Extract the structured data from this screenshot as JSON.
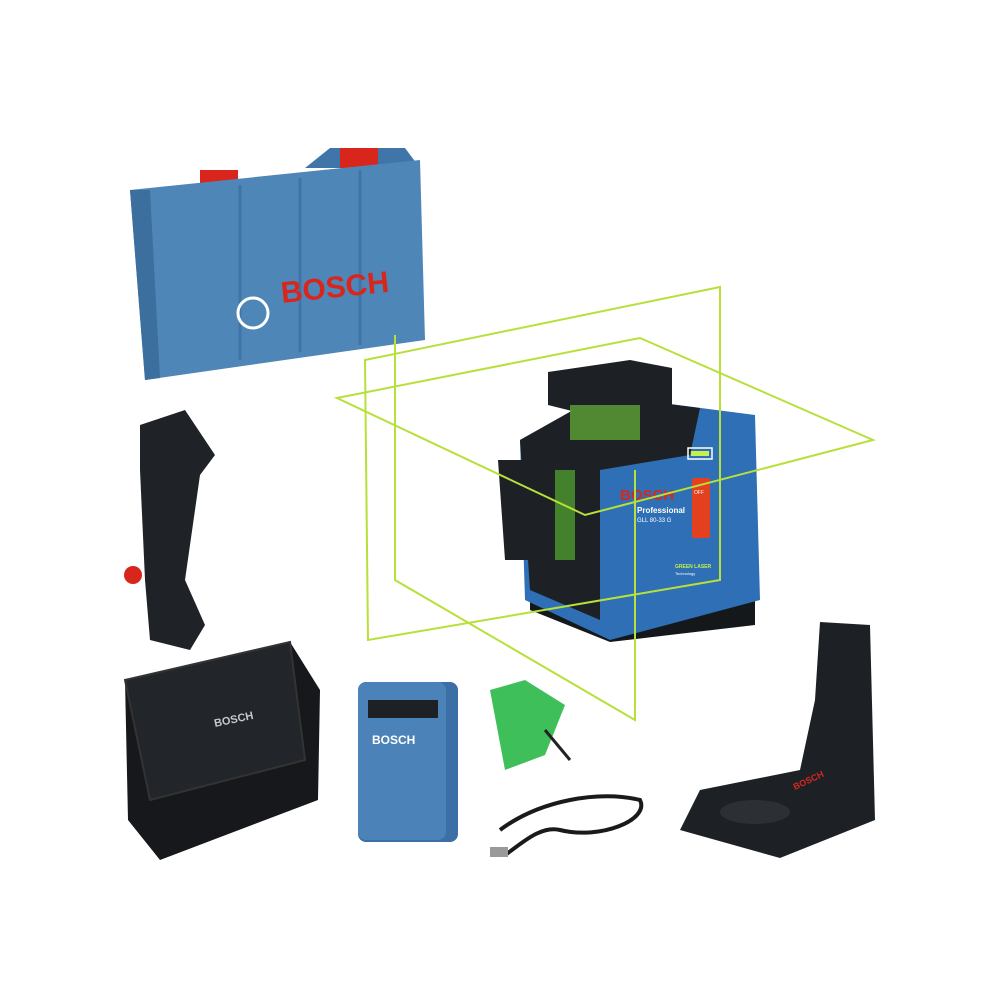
{
  "brand": "BOSCH",
  "laser": {
    "line_label": "Professional",
    "model": "GLL 80-33 G",
    "switch_off": "OFF",
    "tech_label": "GREEN LASER",
    "tech_sub": "Technology"
  },
  "colors": {
    "case_blue": "#4f86b8",
    "bosch_red": "#d9261c",
    "laser_green": "#b7e03a",
    "device_black": "#1d2126",
    "device_blue": "#2e6fb5"
  }
}
